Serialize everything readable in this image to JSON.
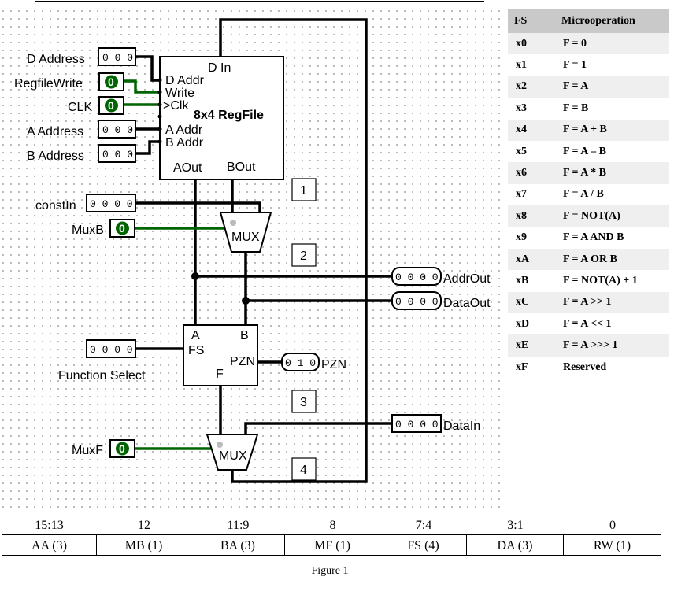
{
  "circuit": {
    "inputs": {
      "d_address": {
        "label": "D Address",
        "value": "0 0 0"
      },
      "regfile_write": {
        "label": "RegfileWrite",
        "value": "0"
      },
      "clk": {
        "label": "CLK",
        "value": "0"
      },
      "a_address": {
        "label": "A Address",
        "value": "0 0 0"
      },
      "b_address": {
        "label": "B Address",
        "value": "0 0 0"
      },
      "const_in": {
        "label": "constIn",
        "value": "0 0 0 0"
      },
      "mux_b": {
        "label": "MuxB",
        "value": "0"
      },
      "function_select": {
        "label": "Function Select",
        "value": "0 0 0 0"
      },
      "mux_f": {
        "label": "MuxF",
        "value": "0"
      },
      "data_in": {
        "label": "DataIn",
        "value": "0 0 0 0"
      }
    },
    "outputs": {
      "addr_out": {
        "label": "AddrOut",
        "value": "0 0 0 0"
      },
      "data_out": {
        "label": "DataOut",
        "value": "0 0 0 0"
      },
      "pzn": {
        "label": "PZN",
        "value": "0 1 0"
      }
    },
    "regfile": {
      "title": "8x4 RegFile",
      "d_in": "D In",
      "d_addr": "D Addr",
      "write": "Write",
      "clk": ">Clk",
      "a_addr": "A Addr",
      "b_addr": "B Addr",
      "a_out": "AOut",
      "b_out": "BOut"
    },
    "mux_label": "MUX",
    "fu": {
      "a": "A",
      "b": "B",
      "fs": "FS",
      "pzn": "PZN",
      "f": "F"
    },
    "stage_labels": [
      "1",
      "2",
      "3",
      "4"
    ],
    "colors": {
      "wire": "#000000",
      "active_wire": "#006400",
      "bit_green": "#006400"
    }
  },
  "fs_table": {
    "headers": [
      "FS",
      "Microoperation"
    ],
    "rows": [
      [
        "x0",
        "F = 0"
      ],
      [
        "x1",
        "F = 1"
      ],
      [
        "x2",
        "F = A"
      ],
      [
        "x3",
        "F = B"
      ],
      [
        "x4",
        "F = A + B"
      ],
      [
        "x5",
        "F = A – B"
      ],
      [
        "x6",
        "F = A * B"
      ],
      [
        "x7",
        "F = A / B"
      ],
      [
        "x8",
        "F = NOT(A)"
      ],
      [
        "x9",
        "F = A AND B"
      ],
      [
        "xA",
        "F = A OR B"
      ],
      [
        "xB",
        "F = NOT(A) + 1"
      ],
      [
        "xC",
        "F = A >> 1"
      ],
      [
        "xD",
        "F = A << 1"
      ],
      [
        "xE",
        "F = A >>> 1"
      ],
      [
        "xF",
        "Reserved"
      ]
    ]
  },
  "instruction_format": {
    "fields": [
      {
        "bits": "15:13",
        "name": "AA (3)"
      },
      {
        "bits": "12",
        "name": "MB (1)"
      },
      {
        "bits": "11:9",
        "name": "BA (3)"
      },
      {
        "bits": "8",
        "name": "MF (1)"
      },
      {
        "bits": "7:4",
        "name": "FS (4)"
      },
      {
        "bits": "3:1",
        "name": "DA (3)"
      },
      {
        "bits": "0",
        "name": "RW (1)"
      }
    ]
  },
  "caption": "Figure 1"
}
